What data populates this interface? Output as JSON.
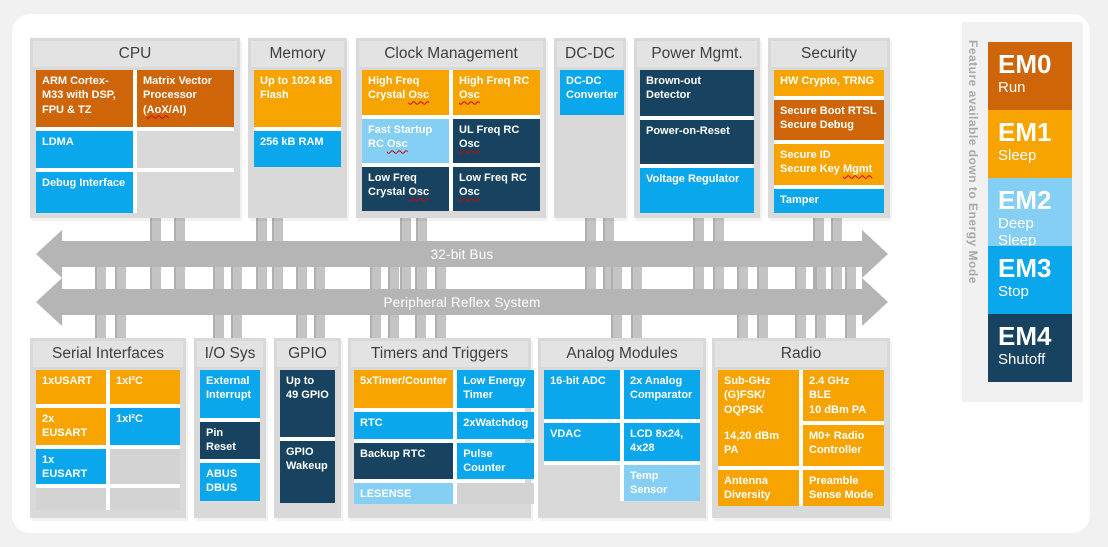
{
  "colors": {
    "amber": "#F7A400",
    "dark_orange": "#CE6509",
    "blue": "#0AA7EC",
    "light_blue": "#85CEF4",
    "navy": "#174360",
    "panel": "#D9D9D9",
    "arrow": "#B5B5B5",
    "card": "#FFFFFF",
    "page_background": "#F1F1F1"
  },
  "bus": {
    "arrows": [
      {
        "label": "32-bit Bus"
      },
      {
        "label": "Peripheral Reflex System"
      }
    ]
  },
  "em": {
    "vertical_label": "Feature available down to Energy Mode",
    "modes": [
      {
        "name": "EM0",
        "sub": "Run",
        "color": "dark_orange"
      },
      {
        "name": "EM1",
        "sub": "Sleep",
        "color": "amber"
      },
      {
        "name": "EM2",
        "sub": "Deep Sleep",
        "color": "light_blue"
      },
      {
        "name": "EM3",
        "sub": "Stop",
        "color": "blue"
      },
      {
        "name": "EM4",
        "sub": "Shutoff",
        "color": "navy"
      }
    ]
  },
  "panels": [
    {
      "id": "cpu",
      "title": "CPU",
      "blocks": [
        {
          "name": "arm-cortex-m33-block",
          "color": "dark_orange",
          "text": [
            {
              "t": "ARM Cortex-M33 with DSP, FPU & TZ"
            }
          ]
        },
        {
          "name": "matrix-vector-processor-block",
          "color": "dark_orange",
          "text": [
            {
              "t": "Matrix Vector Processor "
            },
            {
              "t": "("
            },
            {
              "t": "AoX",
              "sq": true
            },
            {
              "t": "/AI)"
            }
          ]
        },
        {
          "name": "ldma-block",
          "color": "blue",
          "text": [
            {
              "t": "LDMA"
            }
          ]
        },
        {
          "name": "debug-interface-block",
          "color": "blue",
          "text": [
            {
              "t": "Debug Interface"
            }
          ]
        }
      ]
    },
    {
      "id": "memory",
      "title": "Memory",
      "blocks": [
        {
          "name": "flash-block",
          "color": "amber",
          "text": [
            {
              "t": "Up to 1024 kB Flash"
            }
          ]
        },
        {
          "name": "ram-block",
          "color": "blue",
          "text": [
            {
              "t": "256 kB RAM"
            }
          ]
        }
      ]
    },
    {
      "id": "clock",
      "title": "Clock Management",
      "blocks": [
        {
          "name": "high-freq-crystal-osc-block",
          "color": "amber",
          "text": [
            {
              "t": "High Freq Crystal "
            },
            {
              "t": "Osc",
              "sq": true
            }
          ]
        },
        {
          "name": "high-freq-rc-osc-block",
          "color": "amber",
          "text": [
            {
              "t": "High Freq RC "
            },
            {
              "t": "Osc",
              "sq": true
            }
          ]
        },
        {
          "name": "fast-startup-rc-osc-block",
          "color": "light_blue",
          "text": [
            {
              "t": "Fast Startup RC "
            },
            {
              "t": "Osc",
              "sq": true
            }
          ]
        },
        {
          "name": "ul-freq-rc-osc-block",
          "color": "navy",
          "text": [
            {
              "t": "UL Freq RC "
            },
            {
              "t": "Osc",
              "sq": true
            }
          ]
        },
        {
          "name": "low-freq-crystal-osc-block",
          "color": "navy",
          "text": [
            {
              "t": "Low Freq Crystal "
            },
            {
              "t": "Osc",
              "sq": true
            }
          ]
        },
        {
          "name": "low-freq-rc-osc-block",
          "color": "navy",
          "text": [
            {
              "t": "Low Freq RC "
            },
            {
              "t": "Osc",
              "sq": true
            }
          ]
        }
      ]
    },
    {
      "id": "dcdc",
      "title": "DC-DC",
      "blocks": [
        {
          "name": "dcdc-converter-block",
          "color": "blue",
          "text": [
            {
              "t": "DC-DC Converter"
            }
          ]
        }
      ]
    },
    {
      "id": "power",
      "title": "Power Mgmt.",
      "blocks": [
        {
          "name": "brown-out-detector-block",
          "color": "navy",
          "text": [
            {
              "t": "Brown-out Detector"
            }
          ]
        },
        {
          "name": "power-on-reset-block",
          "color": "navy",
          "text": [
            {
              "t": "Power-on-Reset"
            }
          ]
        },
        {
          "name": "voltage-regulator-block",
          "color": "blue",
          "text": [
            {
              "t": "Voltage Regulator"
            }
          ]
        }
      ]
    },
    {
      "id": "security",
      "title": "Security",
      "blocks": [
        {
          "name": "hw-crypto-trng-block",
          "color": "amber",
          "text": [
            {
              "t": "HW Crypto, TRNG"
            }
          ]
        },
        {
          "name": "secure-boot-block",
          "color": "dark_orange",
          "text": [
            {
              "t": "Secure Boot RTSL"
            },
            {
              "t": "Secure Debug",
              "nl": true
            }
          ]
        },
        {
          "name": "secure-id-block",
          "color": "amber",
          "text": [
            {
              "t": "Secure ID"
            },
            {
              "t": "Secure Key ",
              "nl": true
            },
            {
              "t": "Mgmt",
              "sq": true
            }
          ]
        },
        {
          "name": "tamper-block",
          "color": "blue",
          "text": [
            {
              "t": "Tamper"
            }
          ]
        }
      ]
    },
    {
      "id": "serial",
      "title": "Serial Interfaces",
      "blocks": [
        {
          "name": "usart-block",
          "color": "amber",
          "text": [
            {
              "t": "1xUSART"
            }
          ]
        },
        {
          "name": "i2c-1-block",
          "color": "amber",
          "text": [
            {
              "t": "1xI²C"
            }
          ]
        },
        {
          "name": "eusart-2x-block",
          "color": "amber",
          "text": [
            {
              "t": "2x EUSART"
            }
          ]
        },
        {
          "name": "i2c-2-block",
          "color": "blue",
          "text": [
            {
              "t": "1xI²C"
            }
          ]
        },
        {
          "name": "eusart-1x-block",
          "color": "blue",
          "text": [
            {
              "t": "1x EUSART"
            }
          ]
        }
      ]
    },
    {
      "id": "iosys",
      "title": "I/O Sys",
      "blocks": [
        {
          "name": "external-interrupt-block",
          "color": "blue",
          "text": [
            {
              "t": "External Interrupt"
            }
          ]
        },
        {
          "name": "pin-reset-block",
          "color": "navy",
          "text": [
            {
              "t": "Pin Reset"
            }
          ]
        },
        {
          "name": "abus-dbus-block",
          "color": "blue",
          "text": [
            {
              "t": "ABUS"
            },
            {
              "t": "DBUS",
              "nl": true
            }
          ]
        }
      ]
    },
    {
      "id": "gpio",
      "title": "GPIO",
      "blocks": [
        {
          "name": "up-to-49-gpio-block",
          "color": "navy",
          "text": [
            {
              "t": "Up to 49 GPIO"
            }
          ]
        },
        {
          "name": "gpio-wakeup-block",
          "color": "navy",
          "text": [
            {
              "t": "GPIO Wakeup"
            }
          ]
        }
      ]
    },
    {
      "id": "timers",
      "title": "Timers and Triggers",
      "blocks": [
        {
          "name": "timer-counter-block",
          "color": "amber",
          "text": [
            {
              "t": "5xTimer/Counter"
            }
          ]
        },
        {
          "name": "low-energy-timer-block",
          "color": "blue",
          "text": [
            {
              "t": "Low Energy Timer"
            }
          ]
        },
        {
          "name": "rtc-block",
          "color": "blue",
          "text": [
            {
              "t": "RTC"
            }
          ]
        },
        {
          "name": "watchdog-block",
          "color": "blue",
          "text": [
            {
              "t": "2xWatchdog"
            }
          ]
        },
        {
          "name": "backup-rtc-block",
          "color": "navy",
          "text": [
            {
              "t": "Backup RTC"
            }
          ]
        },
        {
          "name": "pulse-counter-block",
          "color": "blue",
          "text": [
            {
              "t": "Pulse Counter"
            }
          ]
        },
        {
          "name": "lesense-block",
          "color": "light_blue",
          "text": [
            {
              "t": "LESENSE"
            }
          ]
        }
      ]
    },
    {
      "id": "analog",
      "title": "Analog Modules",
      "blocks": [
        {
          "name": "adc-block",
          "color": "blue",
          "text": [
            {
              "t": "16-bit ADC"
            }
          ]
        },
        {
          "name": "analog-comparator-block",
          "color": "blue",
          "text": [
            {
              "t": "2x Analog Comparator"
            }
          ]
        },
        {
          "name": "vdac-block",
          "color": "blue",
          "text": [
            {
              "t": "VDAC"
            }
          ]
        },
        {
          "name": "lcd-block",
          "color": "blue",
          "text": [
            {
              "t": "LCD 8x24, 4x28"
            }
          ]
        },
        {
          "name": "temp-sensor-block",
          "color": "light_blue",
          "text": [
            {
              "t": "Temp Sensor"
            }
          ]
        }
      ]
    },
    {
      "id": "radio",
      "title": "Radio",
      "blocks": [
        {
          "name": "sub-ghz-block",
          "color": "amber",
          "text": [
            {
              "t": "Sub-GHz"
            },
            {
              "t": "(G)FSK/",
              "nl": true
            },
            {
              "t": "OQPSK",
              "nl": true
            },
            {
              "t": "14,20 dBm PA",
              "gap": true
            }
          ]
        },
        {
          "name": "ble-2-4-ghz-block",
          "color": "amber",
          "text": [
            {
              "t": "2.4 GHz"
            },
            {
              "t": "BLE",
              "nl": true
            },
            {
              "t": "10 dBm PA",
              "nl": true
            }
          ]
        },
        {
          "name": "m0-radio-controller-block",
          "color": "amber",
          "text": [
            {
              "t": "M0+ Radio Controller"
            }
          ]
        },
        {
          "name": "antenna-diversity-block",
          "color": "amber",
          "text": [
            {
              "t": "Antenna Diversity"
            }
          ]
        },
        {
          "name": "preamble-sense-block",
          "color": "amber",
          "text": [
            {
              "t": "Preamble Sense Mode"
            }
          ]
        }
      ]
    }
  ]
}
